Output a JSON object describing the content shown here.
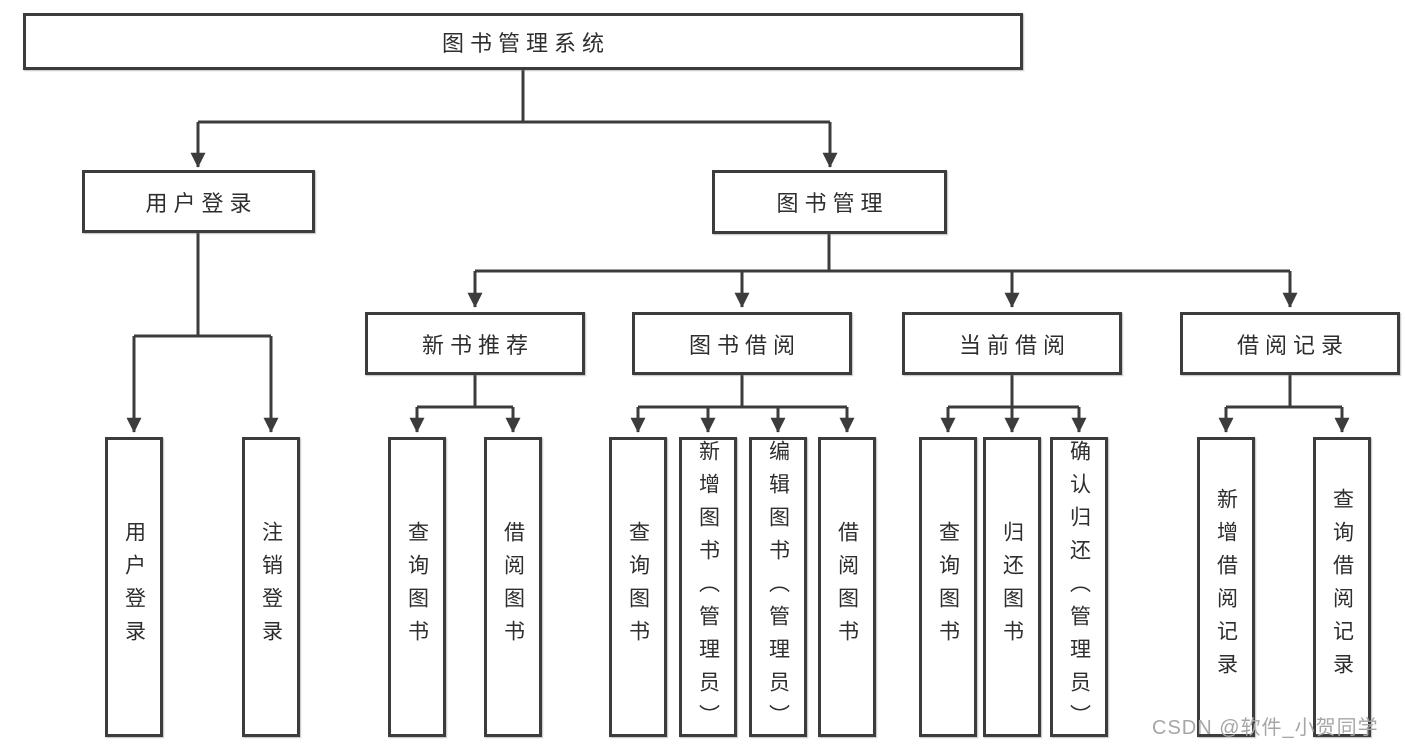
{
  "colors": {
    "line-color": "#3c3c3c",
    "text-color": "#2e2e2e",
    "watermark-color": "#a6a6a6",
    "bg-color": "#ffffff"
  },
  "tree": {
    "label": "图书管理系统",
    "children": [
      {
        "label": "用户登录",
        "children": [
          {
            "label": "用户登录"
          },
          {
            "label": "注销登录"
          }
        ]
      },
      {
        "label": "图书管理",
        "children": [
          {
            "label": "新书推荐",
            "children": [
              {
                "label": "查询图书"
              },
              {
                "label": "借阅图书"
              }
            ]
          },
          {
            "label": "图书借阅",
            "children": [
              {
                "label": "查询图书"
              },
              {
                "label": "新增图书（管理员）"
              },
              {
                "label": "编辑图书（管理员）"
              },
              {
                "label": "借阅图书"
              }
            ]
          },
          {
            "label": "当前借阅",
            "children": [
              {
                "label": "查询图书"
              },
              {
                "label": "归还图书"
              },
              {
                "label": "确认归还（管理员）"
              }
            ]
          },
          {
            "label": "借阅记录",
            "children": [
              {
                "label": "新增借阅记录"
              },
              {
                "label": "查询借阅记录"
              }
            ]
          }
        ]
      }
    ]
  },
  "watermark": {
    "text": "CSDN @软件_小贺同学"
  }
}
